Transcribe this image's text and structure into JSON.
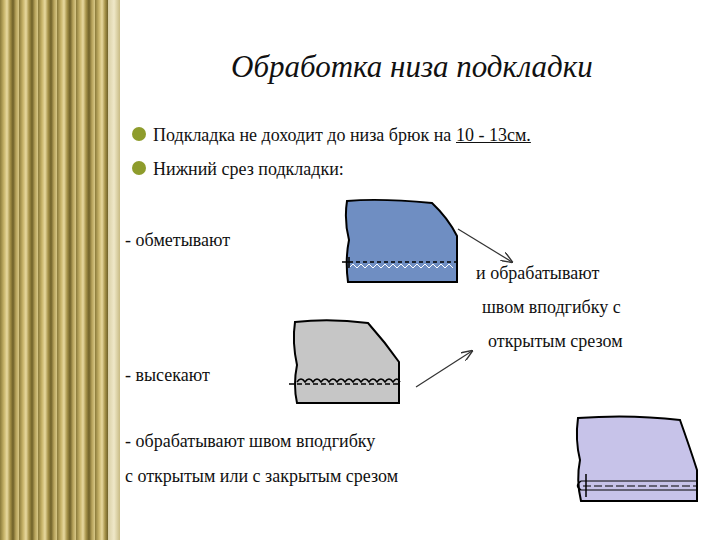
{
  "diagram": {
    "title": "Обработка низа подкладки",
    "labels": [
      "Подкладка не доходит до низа брюк на",
      "10 - 13см.",
      "Нижний срез подкладки:",
      "- обметывают",
      "и обрабатывают",
      "швом вподгибку с",
      "открытым срезом",
      "- высекают",
      "- обрабатывают швом вподгибку",
      "с открытым или с закрытым  срезом"
    ]
  }
}
